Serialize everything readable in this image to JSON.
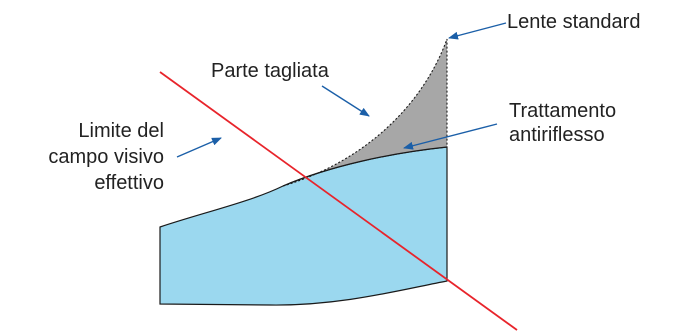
{
  "labels": {
    "standard_lens": "Lente standard",
    "cut_part": "Parte tagliata",
    "antireflective_line1": "Trattamento",
    "antireflective_line2": "antiriflesso",
    "fov_line1": "Limite del",
    "fov_line2": "campo visivo",
    "fov_line3": "effettivo"
  },
  "colors": {
    "lens_fill": "#9bd8ef",
    "cut_fill": "#a7a7a7",
    "fov_line": "#e8242b",
    "arrow": "#1b5fa8",
    "outline": "#1a1a1a",
    "text": "#222222"
  }
}
